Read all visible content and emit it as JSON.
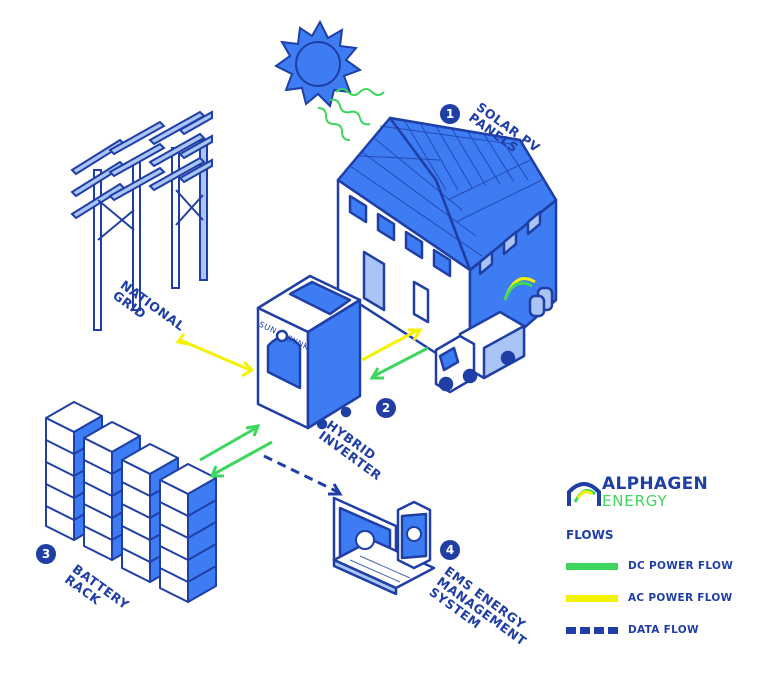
{
  "labels": {
    "solar": "SOLAR PV\nPANELS",
    "grid": "NATIONAL\nGRID",
    "inverter": "HYBRID\nINVERTER",
    "battery": "BATTERY\nRACK",
    "ems": "EMS ENERGY\nMANAGEMENT\nSYSTEM"
  },
  "numbers": {
    "solar": "1",
    "inverter": "2",
    "battery": "3",
    "ems": "4"
  },
  "inverter_brand": {
    "left": "SUN",
    "right": "SYNK"
  },
  "logo": {
    "line1": "ALPHAGEN",
    "line2": "ENERGY"
  },
  "legend": {
    "title": "FLOWS",
    "items": [
      {
        "label": "DC POWER FLOW",
        "color": "#3dd65e",
        "style": "solid"
      },
      {
        "label": "AC POWER FLOW",
        "color": "#f4f200",
        "style": "solid"
      },
      {
        "label": "DATA FLOW",
        "color": "#1f3fa6",
        "style": "dashed"
      }
    ]
  },
  "colors": {
    "primary": "#1f3fa6",
    "light_blue": "#a9c4f5",
    "mid_blue": "#3d7cf2",
    "dc_green": "#3dd65e",
    "ac_yellow": "#f4f200"
  }
}
